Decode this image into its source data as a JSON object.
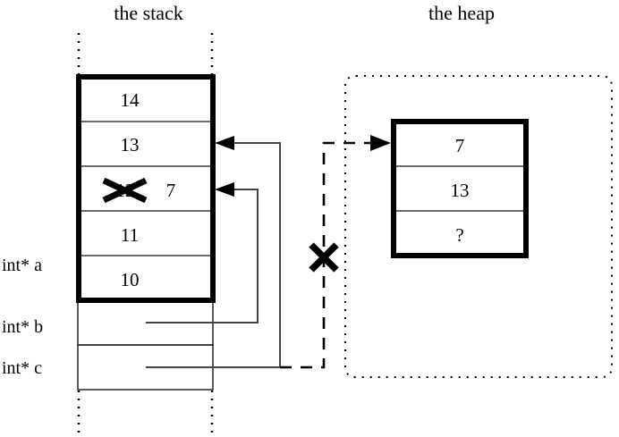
{
  "figure": {
    "kind": "memory-diagram",
    "stack_title": "the stack",
    "heap_title": "the heap"
  },
  "stack": {
    "cells": [
      {
        "value": "14"
      },
      {
        "value": "13"
      },
      {
        "value": "12",
        "struck": true,
        "new_value": "7"
      },
      {
        "value": "11"
      },
      {
        "value": "10"
      }
    ],
    "variables": [
      {
        "label": "int* a"
      },
      {
        "label": "int* b"
      },
      {
        "label": "int* c"
      }
    ]
  },
  "heap": {
    "cells": [
      {
        "value": "7"
      },
      {
        "value": "13"
      },
      {
        "value": "?"
      }
    ]
  },
  "marks": {
    "invalid_pointer_x": "X",
    "struck_value_x": "X"
  },
  "colors": {
    "ink": "#000000",
    "thin_rule": "#555555",
    "pointer": "#444444",
    "background": "#ffffff"
  }
}
